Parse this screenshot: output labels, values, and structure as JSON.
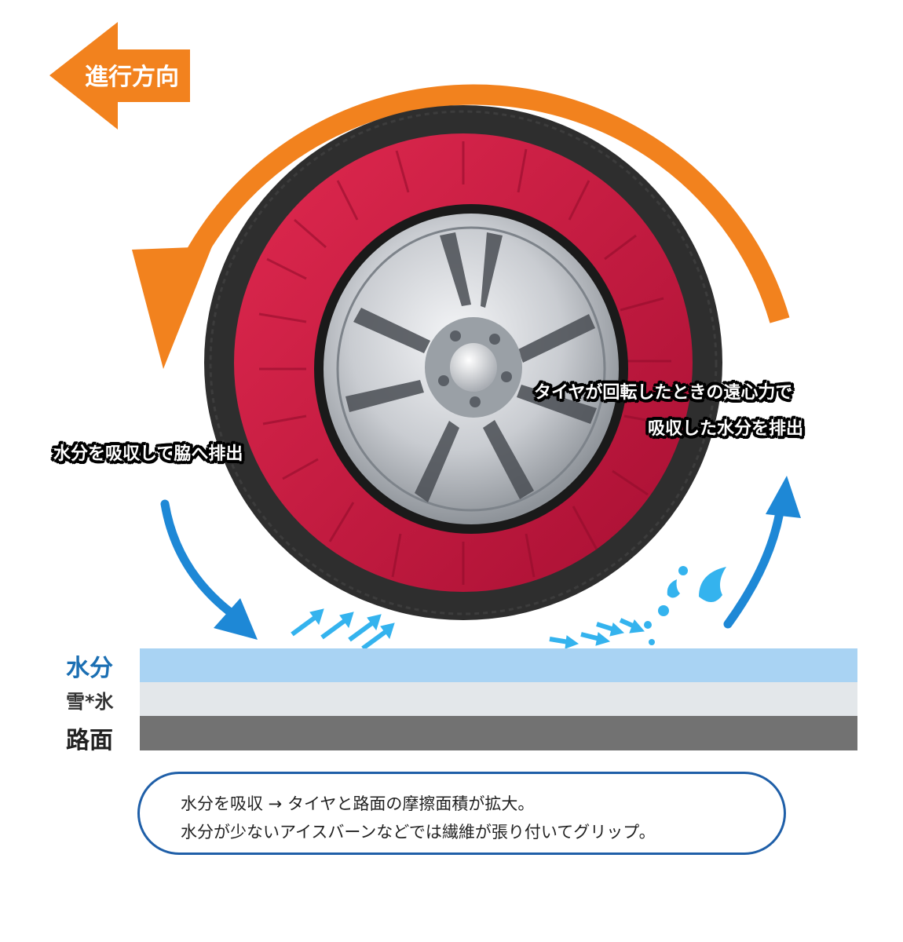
{
  "direction_label": "進行方向",
  "callouts": {
    "left": "水分を吸収して脇へ排出",
    "right_line1": "タイヤが回転したときの遠心力で",
    "right_line2": "吸収した水分を排出"
  },
  "layers": [
    {
      "label": "水分",
      "color": "#a9d3f3",
      "label_color": "#1b6fb3"
    },
    {
      "label": "雪*氷",
      "color": "#e3e7ea",
      "label_color": "#333333"
    },
    {
      "label": "路面",
      "color": "#727272",
      "label_color": "#222222"
    }
  ],
  "note": {
    "line1": "水分を吸収 → タイヤと路面の摩擦面積が拡大。",
    "line2": "水分が少ないアイスバーンなどでは繊維が張り付いてグリップ。"
  },
  "colors": {
    "rotation_arrow": "#f2821e",
    "water_arrow": "#1e88d6",
    "water_splash": "#34b3ee",
    "sock_fabric": "#c8163f",
    "tire_band": "#2e2e2e",
    "rim": "#c9ccd1",
    "note_border": "#1f5fa8"
  },
  "icons": {
    "rotation": "curved-arrow-icon",
    "direction": "left-arrow-icon",
    "flow": "curved-arrow-icon",
    "splash": "water-drop-icon"
  }
}
